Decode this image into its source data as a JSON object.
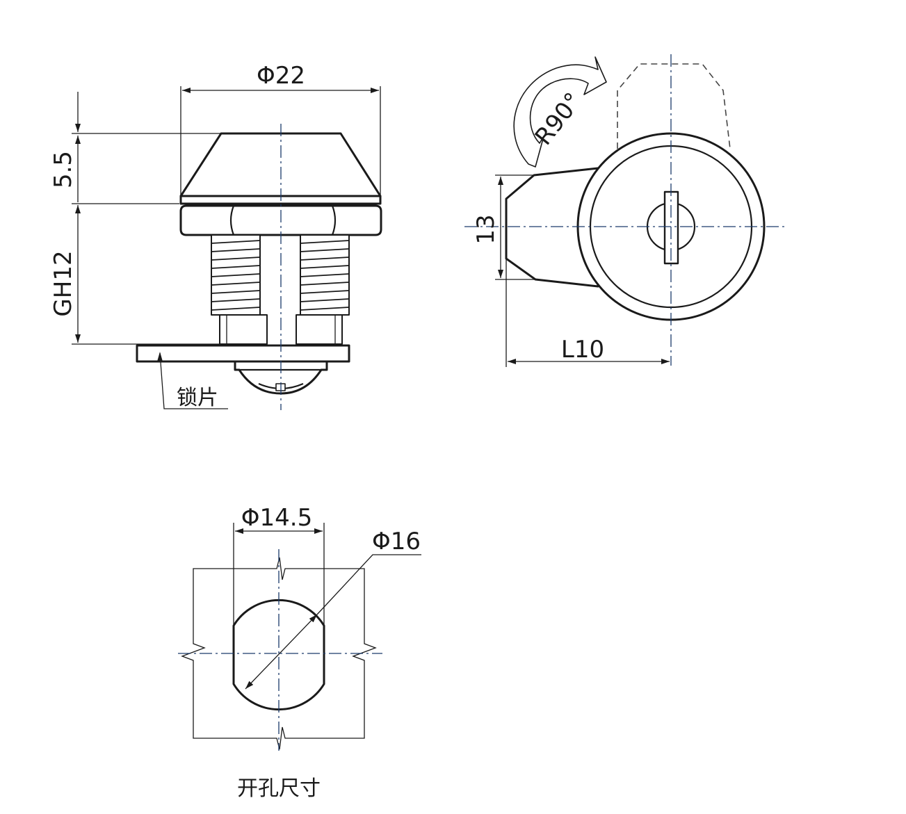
{
  "front_view": {
    "diameter_label": "Φ22",
    "head_height_label": "5.5",
    "thread_label": "GH12",
    "lock_plate_label": "锁片"
  },
  "side_view": {
    "rotation_label": "R90°",
    "height_label": "13",
    "length_label": "L10"
  },
  "cutout_view": {
    "flat_width_label": "Φ14.5",
    "diameter_label": "Φ16",
    "title": "开孔尺寸"
  },
  "colors": {
    "line": "#1a1a1a",
    "centerline": "#1a3a6a"
  }
}
